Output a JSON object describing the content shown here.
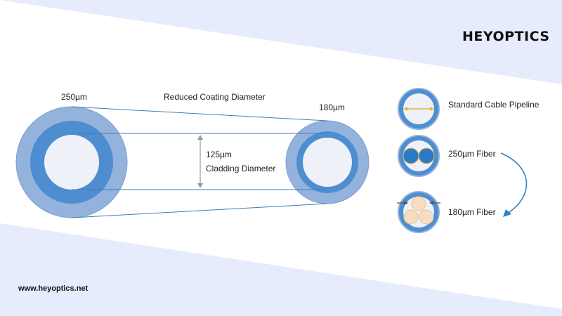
{
  "brand": {
    "logo_text": "HEYOPTICS",
    "website": "www.heyoptics.net"
  },
  "diagram": {
    "label_250": "250µm",
    "label_180": "180µm",
    "title_reduced": "Reduced Coating Diameter",
    "cladding_value": "125µm",
    "cladding_label": "Cladding Diameter"
  },
  "legend": {
    "standard": "Standard Cable Pipeline",
    "fiber_250": "250µm Fiber",
    "fiber_180": "180µm Fiber"
  },
  "colors": {
    "background_band": "#e6ecfb",
    "coating_outer": "#93b2dc",
    "coating_inner": "#4e8ed0",
    "cladding": "#eef1f8",
    "line": "#3c7fb6",
    "arrow_gray": "#999999",
    "arrow_gold": "#e7b33f",
    "fiber_small": "#f7dcc0",
    "curve_arrow": "#2f7ec2"
  }
}
